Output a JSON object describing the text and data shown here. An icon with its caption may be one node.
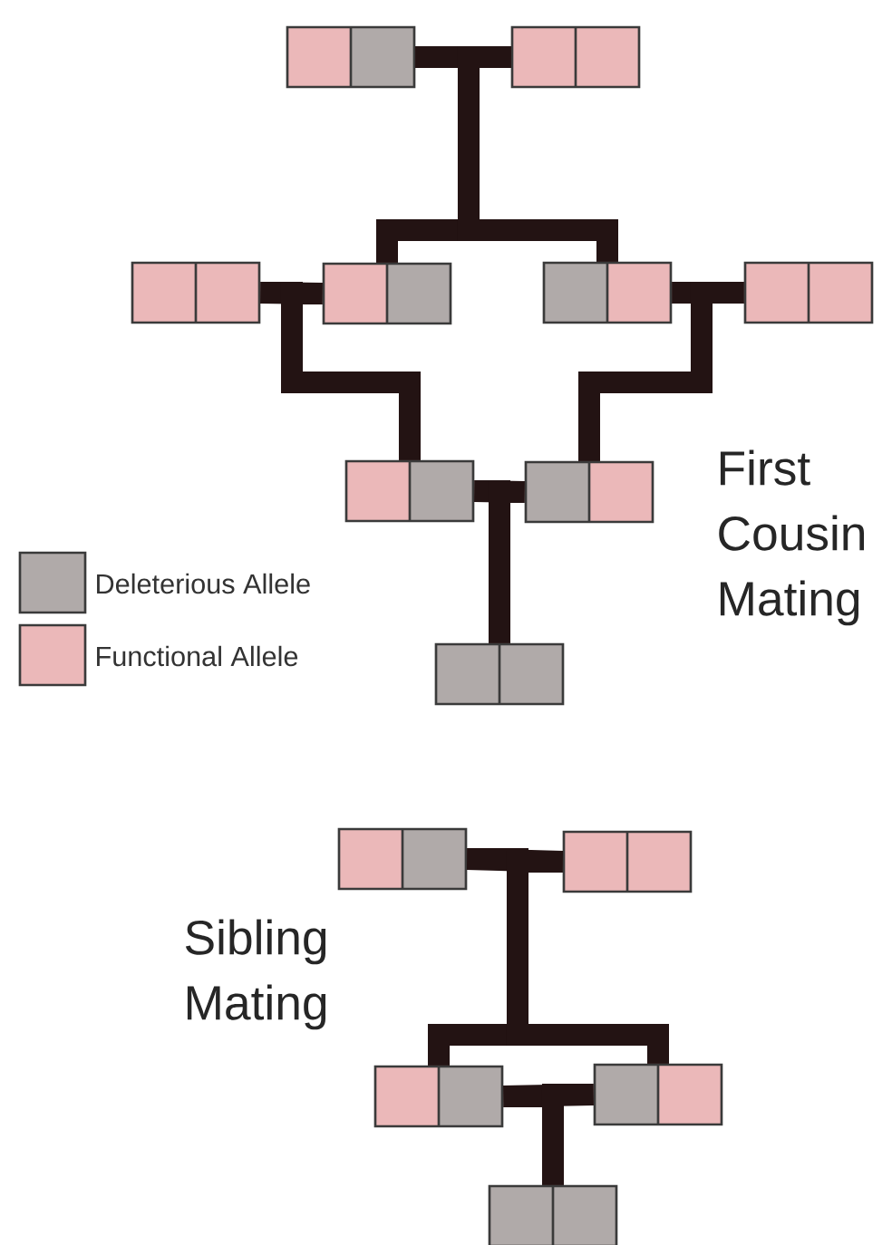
{
  "diagram": {
    "nodes": [
      {
        "text": [],
        "shape": "box"
      },
      {
        "text": [],
        "shape": "box"
      },
      {
        "text": [],
        "shape": "box"
      },
      {
        "text": [],
        "shape": "box"
      },
      {
        "text": [],
        "shape": "box"
      },
      {
        "text": [],
        "shape": "box"
      },
      {
        "text": [],
        "shape": "box"
      },
      {
        "text": [],
        "shape": "box"
      },
      {
        "text": [],
        "shape": "box"
      },
      {
        "text": [],
        "shape": "box"
      },
      {
        "text": [],
        "shape": "box"
      },
      {
        "text": [],
        "shape": "box"
      },
      {
        "text": [],
        "shape": "box"
      },
      {
        "text": [],
        "shape": "box"
      }
    ],
    "edges": [
      {
        "from": 0,
        "to": 1,
        "arrow": "none"
      },
      {
        "from": 0,
        "to": 3,
        "arrow": "none"
      },
      {
        "from": 1,
        "to": 3,
        "arrow": "none"
      },
      {
        "from": 0,
        "to": 4,
        "arrow": "none"
      },
      {
        "from": 1,
        "to": 4,
        "arrow": "none"
      },
      {
        "from": 2,
        "to": 3,
        "arrow": "none"
      },
      {
        "from": 4,
        "to": 5,
        "arrow": "none"
      },
      {
        "from": 2,
        "to": 6,
        "arrow": "none"
      },
      {
        "from": 3,
        "to": 6,
        "arrow": "none"
      },
      {
        "from": 4,
        "to": 7,
        "arrow": "none"
      },
      {
        "from": 5,
        "to": 7,
        "arrow": "none"
      },
      {
        "from": 6,
        "to": 7,
        "arrow": "none"
      },
      {
        "from": 6,
        "to": 8,
        "arrow": "none"
      },
      {
        "from": 7,
        "to": 8,
        "arrow": "none"
      },
      {
        "from": 9,
        "to": 10,
        "arrow": "none"
      },
      {
        "from": 9,
        "to": 11,
        "arrow": "none"
      },
      {
        "from": 10,
        "to": 11,
        "arrow": "none"
      },
      {
        "from": 9,
        "to": 12,
        "arrow": "none"
      },
      {
        "from": 10,
        "to": 12,
        "arrow": "none"
      },
      {
        "from": 11,
        "to": 12,
        "arrow": "none"
      },
      {
        "from": 11,
        "to": 13,
        "arrow": "none"
      },
      {
        "from": 12,
        "to": 13,
        "arrow": "none"
      }
    ],
    "labels": [
      "First Cousin Mating",
      "Sibling Mating"
    ],
    "legend": [
      {
        "text": "Deleterious Allele",
        "color": "#b0aaa9"
      },
      {
        "text": "Functional Allele",
        "color": "#ebb8b9"
      }
    ]
  }
}
